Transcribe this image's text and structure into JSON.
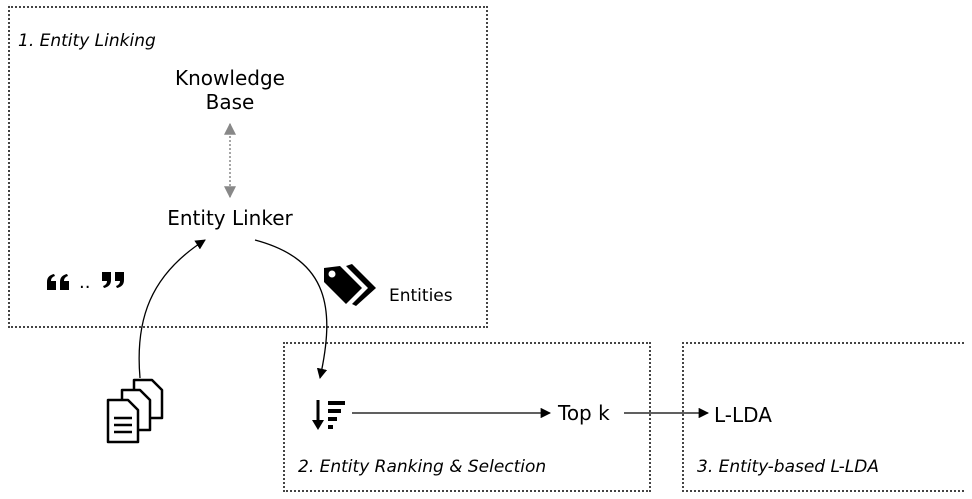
{
  "stages": {
    "entity_linking": {
      "label": "1. Entity Linking"
    },
    "ranking": {
      "label": "2. Entity Ranking & Selection"
    },
    "llda": {
      "label": "3. Entity-based L-LDA"
    }
  },
  "nodes": {
    "knowledge_base": {
      "line1": "Knowledge",
      "line2": "Base"
    },
    "entity_linker": "Entity Linker",
    "entities": "Entities",
    "quote_dots": "..",
    "top_k": "Top k",
    "llda": "L-LDA"
  },
  "icons": {
    "quotes": "quote-icon",
    "tags": "tags-icon",
    "documents": "documents-icon",
    "sort": "sort-descending-icon"
  },
  "colors": {
    "arrow": "#000000",
    "kb_link": "#888888",
    "box_border": "#444444"
  }
}
